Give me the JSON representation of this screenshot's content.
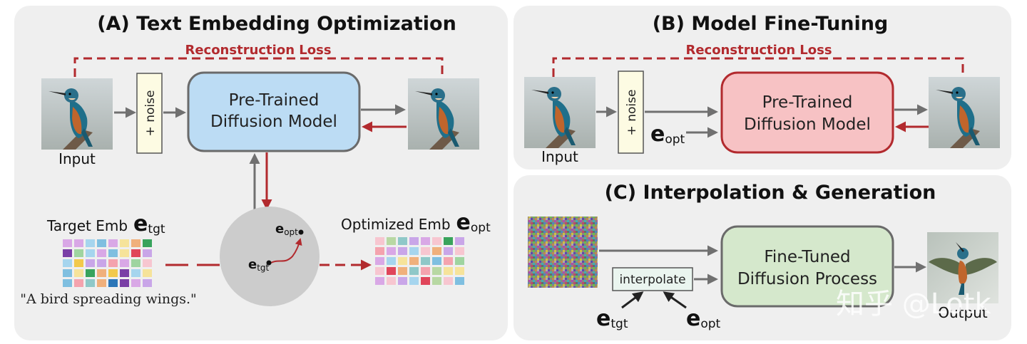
{
  "panel_a": {
    "title": "(A) Text Embedding Optimization",
    "loss_label": "Reconstruction Loss",
    "noise_label": "+ noise",
    "input_label": "Input",
    "model_label_line1": "Pre-Trained",
    "model_label_line2": "Diffusion Model",
    "target_emb_label": "Target Emb",
    "optimized_emb_label": "Optimized Emb",
    "e_symbol": "e",
    "tgt_sub": "tgt",
    "opt_sub": "opt",
    "prompt_text": "\"A bird spreading wings.\""
  },
  "panel_b": {
    "title": "(B) Model Fine-Tuning",
    "loss_label": "Reconstruction Loss",
    "noise_label": "+ noise",
    "input_label": "Input",
    "model_label_line1": "Pre-Trained",
    "model_label_line2": "Diffusion Model",
    "e_symbol": "e",
    "opt_sub": "opt"
  },
  "panel_c": {
    "title": "(C) Interpolation & Generation",
    "interpolate_label": "interpolate",
    "model_label_line1": "Fine-Tuned",
    "model_label_line2": "Diffusion Process",
    "output_label": "Output",
    "e_symbol": "e",
    "tgt_sub": "tgt",
    "opt_sub": "opt"
  },
  "watermark": "知乎 @Lotk",
  "colors": {
    "panel_bg": "#efefef",
    "loss_red": "#b22a2e",
    "arrow_gray": "#707070",
    "pretrained_blue": "#bcdcf4",
    "pretrained_red": "#f7c2c4",
    "finetuned_green": "#d5e8cc",
    "noise_box": "#fdfbe3",
    "interp_box": "#eaf5ef"
  }
}
